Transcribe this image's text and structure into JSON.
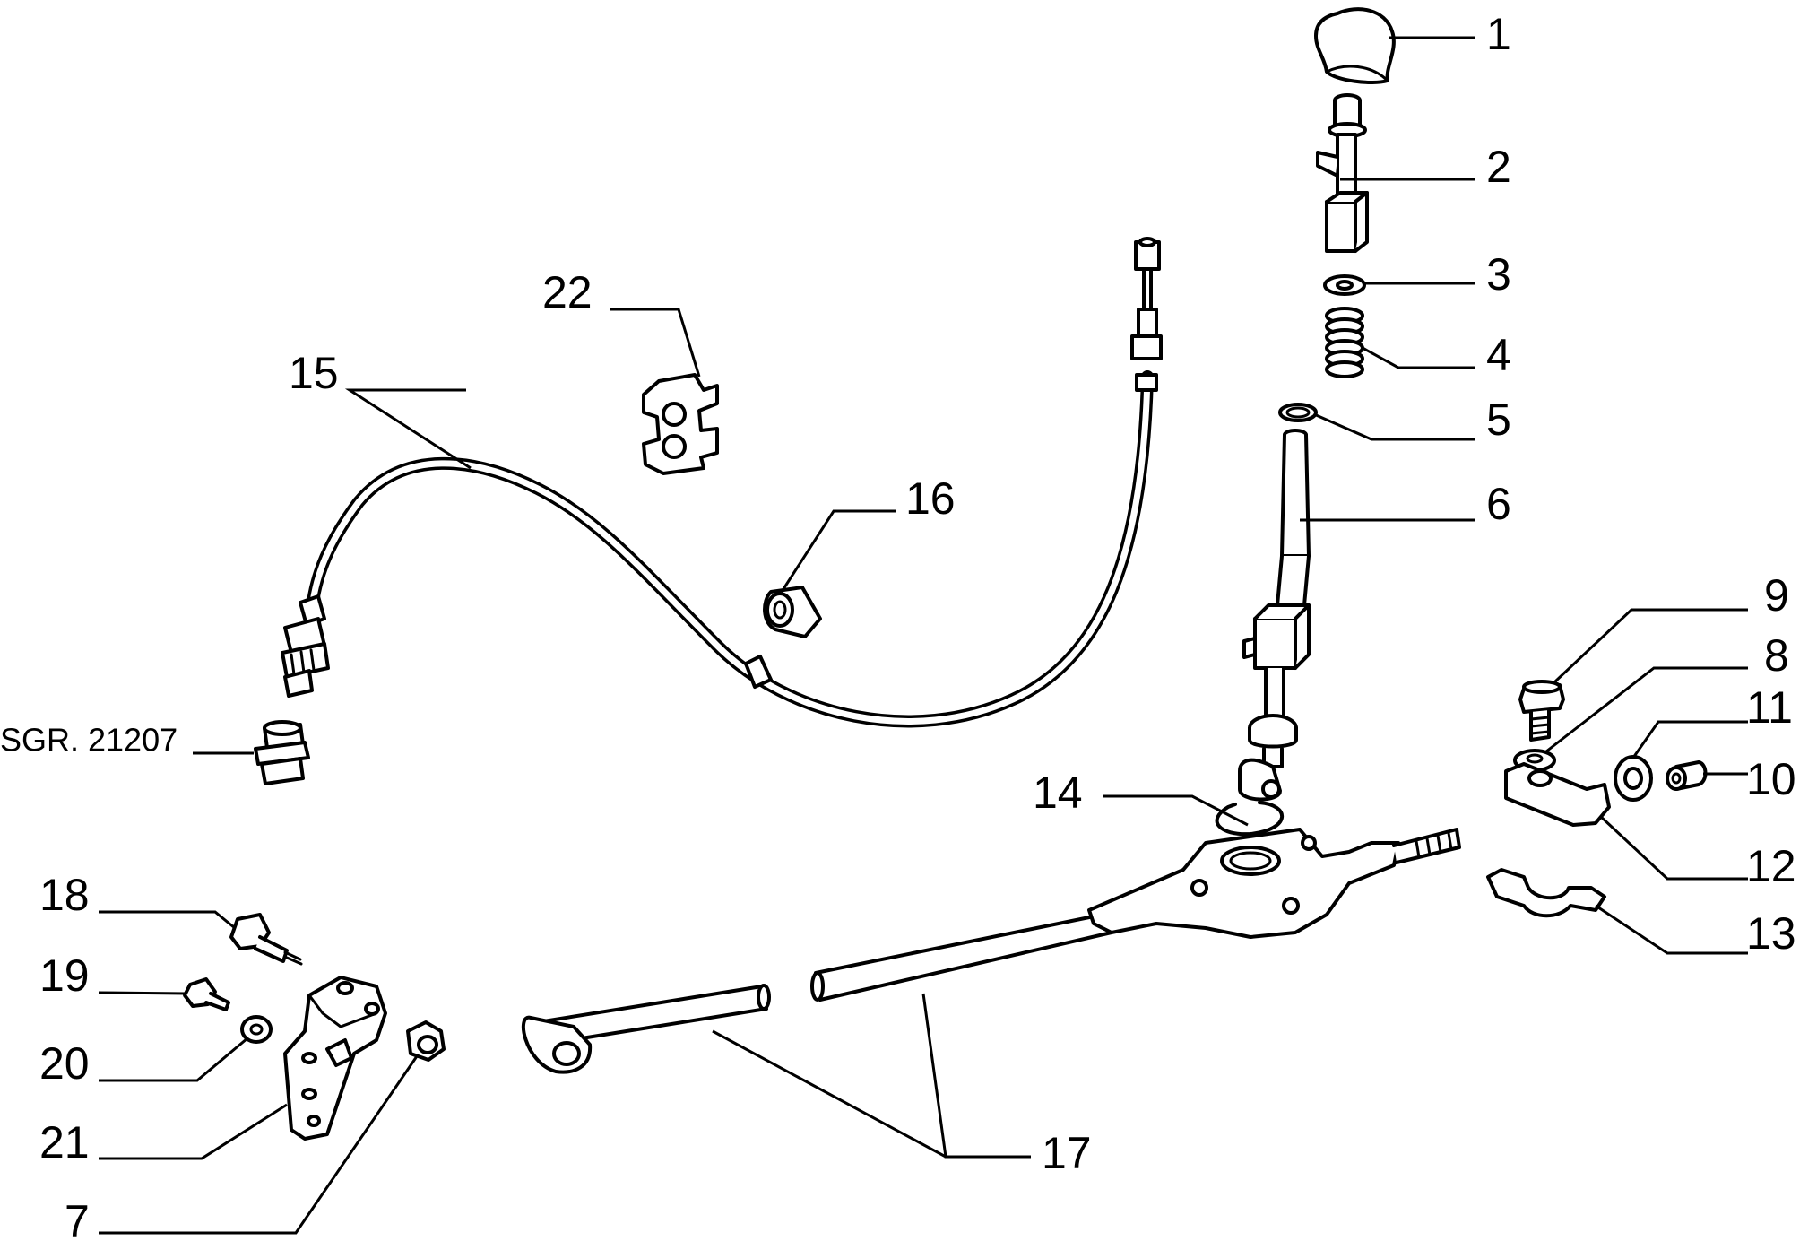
{
  "labels": {
    "l1": "1",
    "l2": "2",
    "l3": "3",
    "l4": "4",
    "l5": "5",
    "l6": "6",
    "l7": "7",
    "l8": "8",
    "l9": "9",
    "l10": "10",
    "l11": "11",
    "l12": "12",
    "l13": "13",
    "l14": "14",
    "l15": "15",
    "l16": "16",
    "l17": "17",
    "l18": "18",
    "l19": "19",
    "l20": "20",
    "l21": "21",
    "l22": "22",
    "sgr": "SGR. 21207"
  }
}
